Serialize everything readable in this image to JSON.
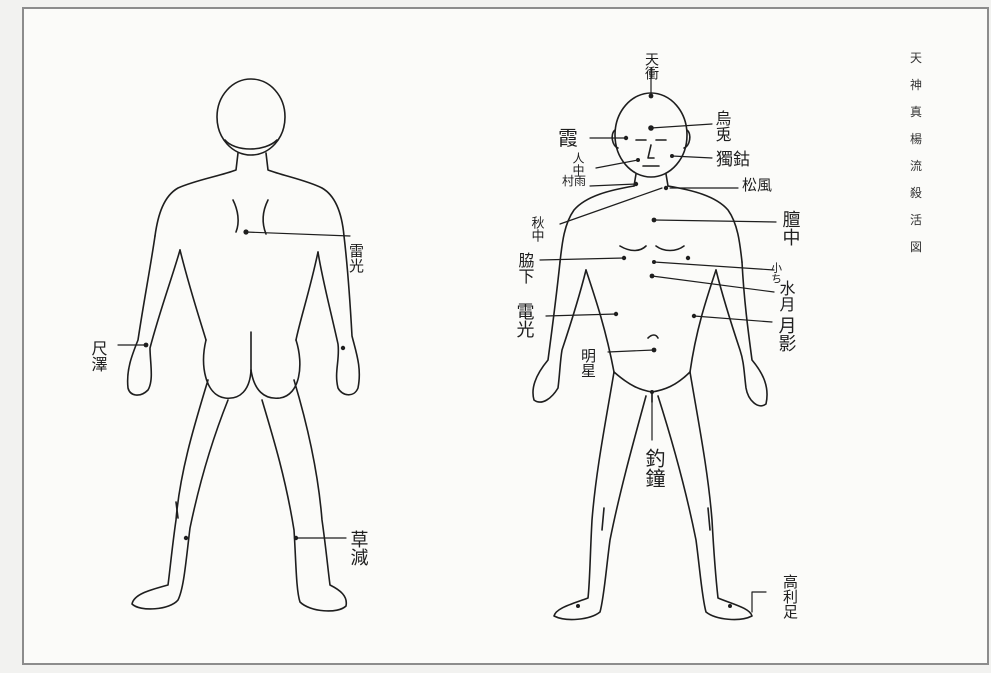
{
  "figure": {
    "title_chars": [
      "天",
      "神",
      "真",
      "楊",
      "流",
      "殺",
      "活",
      "図"
    ]
  },
  "back_labels": {
    "raiko": "雷光",
    "shakufu": "尺澤",
    "sokumetsu": "草減"
  },
  "front_labels": {
    "tenkei": "天衝",
    "kasumi": "霞",
    "jinchu": "人中",
    "matsukaze_left": "村雨",
    "shuchu": "秋中",
    "ukō": "烏兎",
    "dokko": "獨鈷",
    "matsukaze": "松風",
    "danchu": "膻中",
    "kyoka": "脇下",
    "shoshi": "小ち",
    "suigetsu": "水月",
    "denko": "電光",
    "getsuei": "月影",
    "myojo": "明星",
    "tsurigane": "釣鐘",
    "takakoshi": "高利足"
  },
  "colors": {
    "ink": "#1e1e1e",
    "paper": "#fbfbf9",
    "frame": "#8c8c8c"
  }
}
